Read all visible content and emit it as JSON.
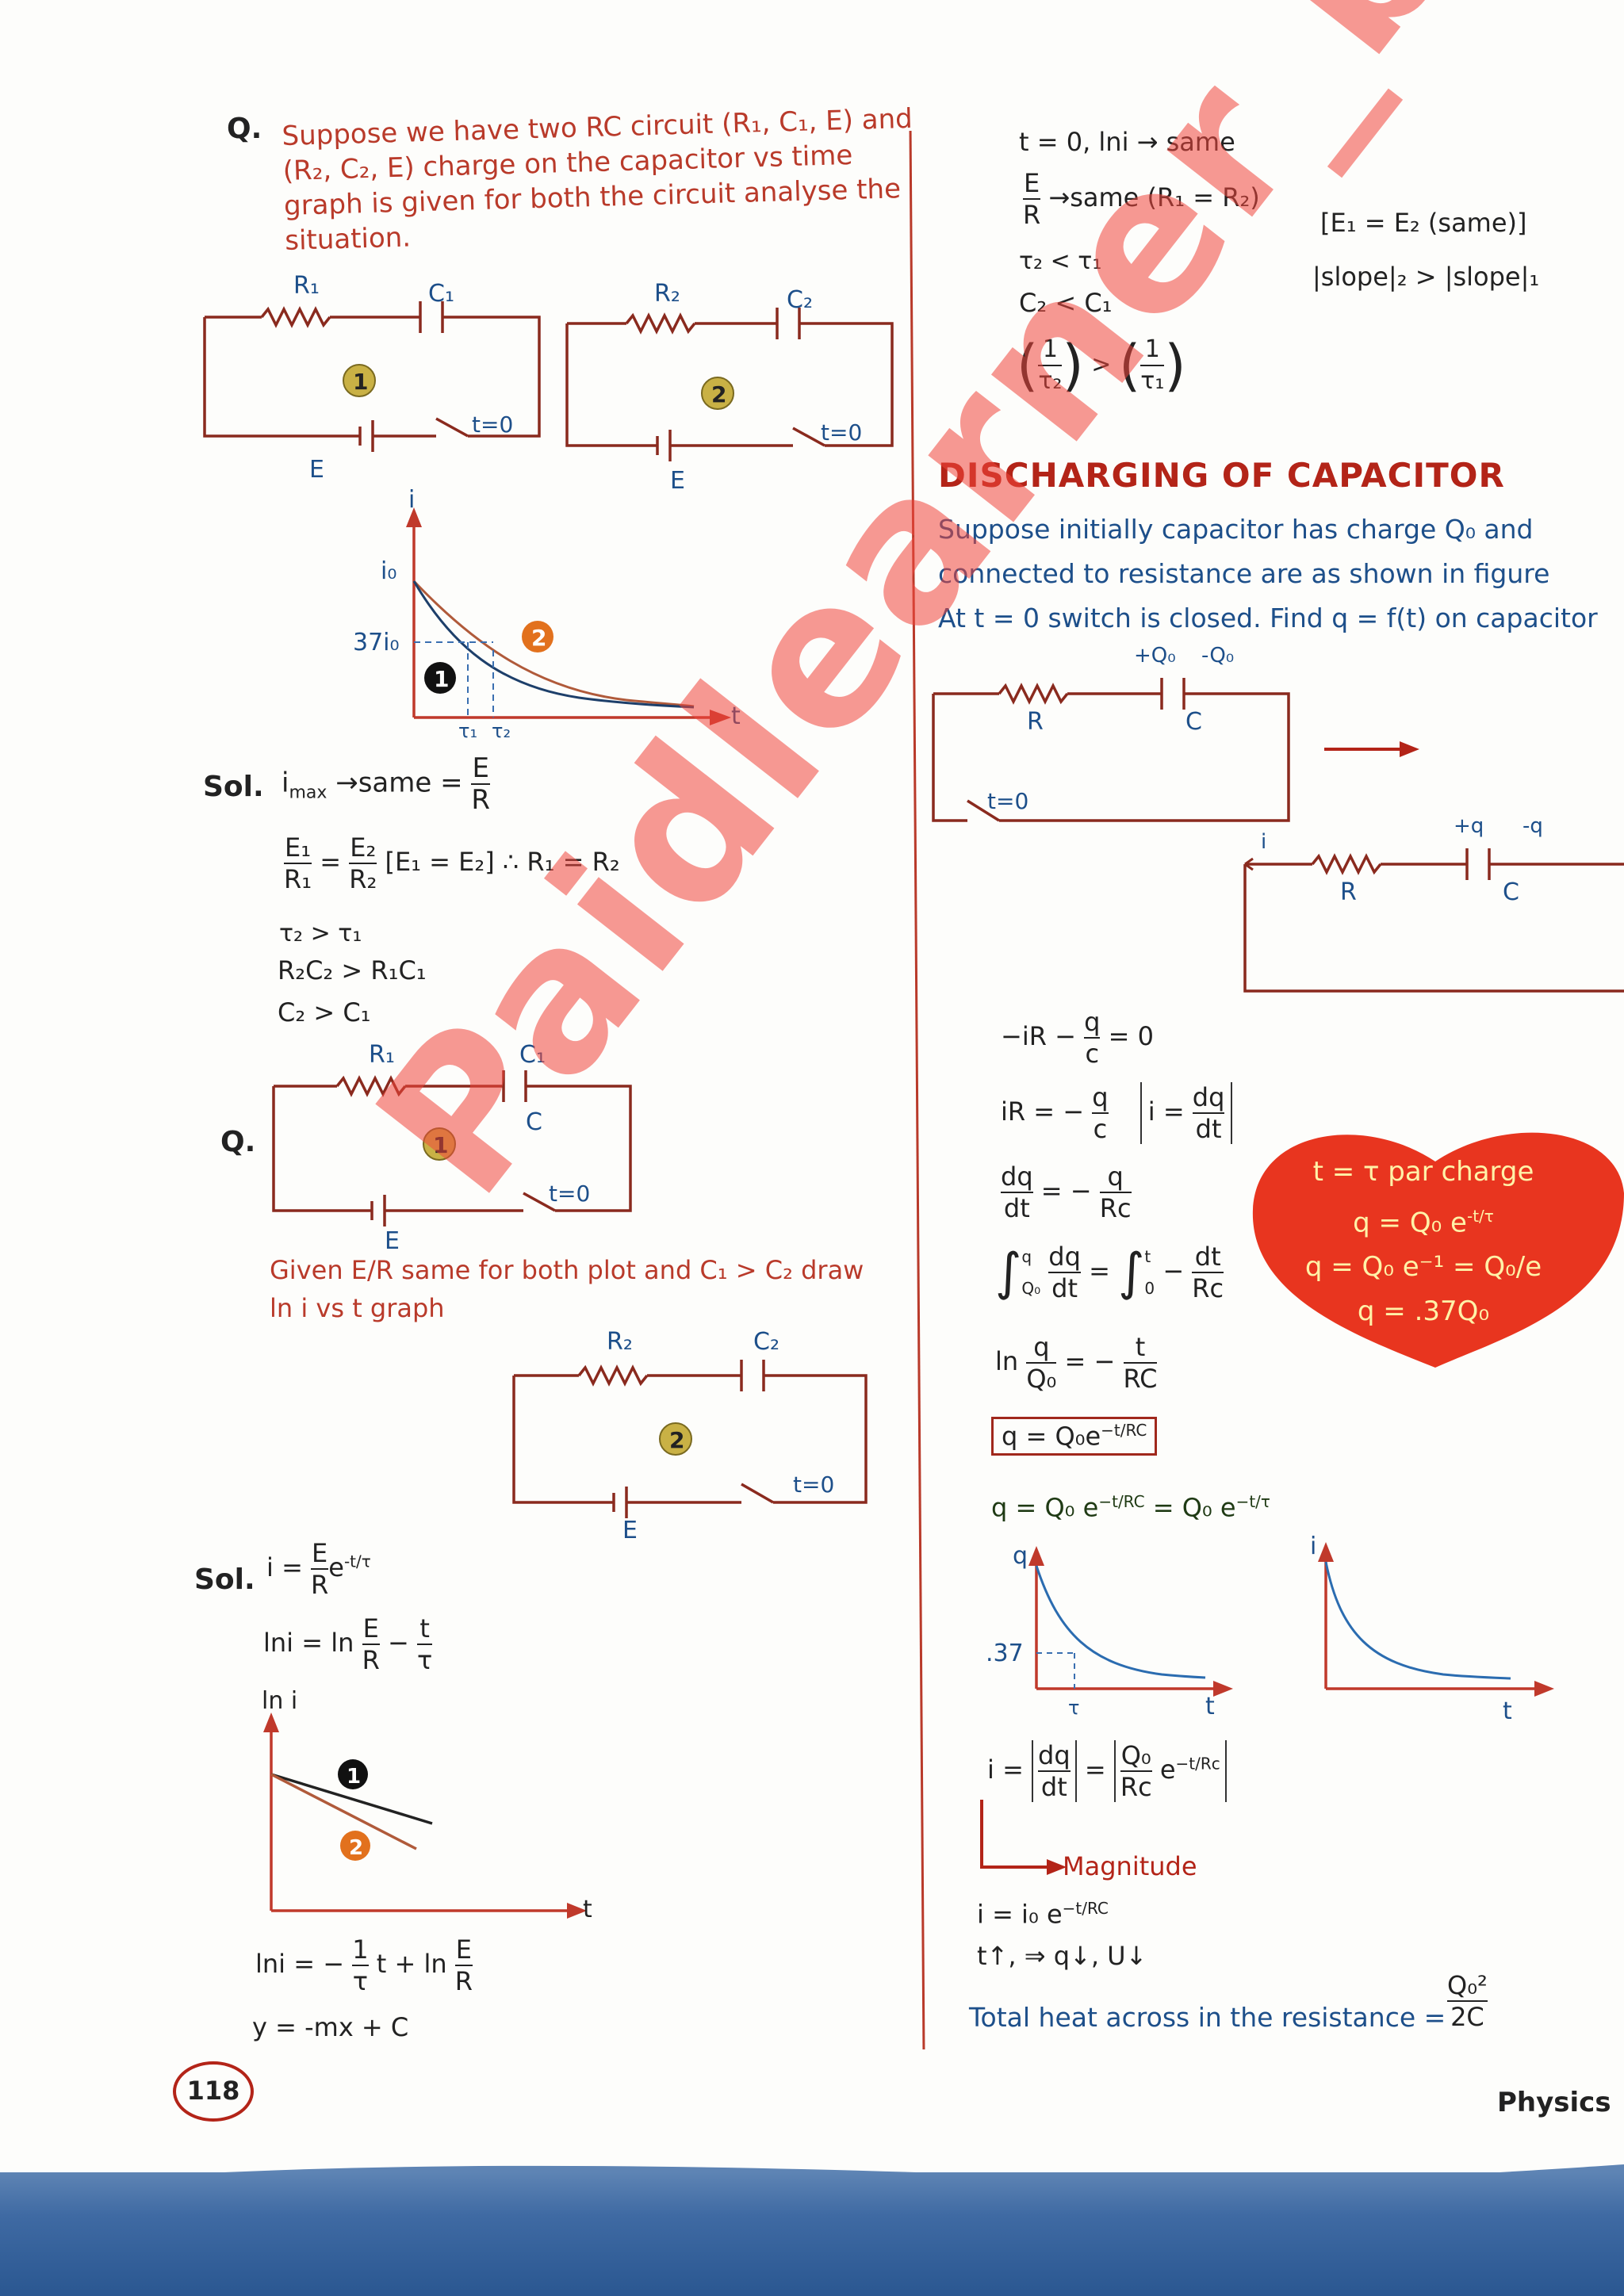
{
  "question1": {
    "label": "Q.",
    "text_lines": [
      "Suppose we have two RC circuit (R₁, C₁, E) and",
      "(R₂, C₂, E) charge on the capacitor vs time",
      "graph is given for both the circuit analyse the",
      "situation."
    ],
    "circuit1": {
      "r": "R₁",
      "c": "C₁",
      "e": "E",
      "switch": "t=0",
      "badge": "1"
    },
    "circuit2": {
      "r": "R₂",
      "c": "C₂",
      "e": "E",
      "switch": "t=0",
      "badge": "2"
    },
    "graph": {
      "y_axis": "i",
      "x_axis": "t",
      "i0": "i₀",
      "level": "37i₀",
      "tau1": "τ₁",
      "tau2": "τ₂",
      "badge1": "1",
      "badge2": "2"
    }
  },
  "solution1": {
    "label": "Sol.",
    "line1_lhs": "i",
    "line1_sub": "max",
    "line1_mid": "→same =",
    "line1_num": "E",
    "line1_den": "R",
    "line2_n1": "E₁",
    "line2_d1": "R₁",
    "line2_n2": "E₂",
    "line2_d2": "R₂",
    "line2_rest": "[E₁ = E₂]  ∴ R₁ = R₂",
    "line3": "τ₂ > τ₁",
    "line4": "R₂C₂ > R₁C₁",
    "line5": "C₂ > C₁"
  },
  "question2": {
    "label": "Q.",
    "circuit1": {
      "r": "R₁",
      "c_top": "C₁",
      "c": "C",
      "e": "E",
      "switch": "t=0",
      "badge": "1"
    },
    "text_line1": "Given E/R same for both plot and C₁ > C₂ draw",
    "text_line2": "ln i vs t graph",
    "circuit2": {
      "r": "R₂",
      "c": "C₂",
      "e": "E",
      "switch": "t=0",
      "badge": "2"
    }
  },
  "solution2": {
    "label": "Sol.",
    "eq1_lhs": "i =",
    "eq1_num": "E",
    "eq1_den": "R",
    "eq1_exp": "e",
    "eq1_sup": "-t/τ",
    "eq2_lhs": "lni = ln",
    "eq2_num": "E",
    "eq2_den": "R",
    "eq2_minus": "−",
    "eq2_num2": "t",
    "eq2_den2": "τ",
    "graph": {
      "y_axis": "ln i",
      "x_axis": "t",
      "badge1": "1",
      "badge2": "2"
    },
    "eq3_lhs": "lni = −",
    "eq3_num": "1",
    "eq3_den": "τ",
    "eq3_mid": "t + ln",
    "eq3_num2": "E",
    "eq3_den2": "R",
    "eq4": "y = -mx + C"
  },
  "right_top": {
    "line1": "t = 0, lni → same",
    "line2_num": "E",
    "line2_den": "R",
    "line2_rest": "→same   (R₁ = R₂)",
    "line2_bracket": "[E₁ = E₂ (same)]",
    "line3": "τ₂ < τ₁",
    "line3_right": "|slope|₂  >  |slope|₁",
    "line4": "C₂ < C₁",
    "line5_n1": "1",
    "line5_d1": "τ₂",
    "line5_n2": "1",
    "line5_d2": "τ₁",
    "line5_op": ">"
  },
  "discharging": {
    "heading": "DISCHARGING OF CAPACITOR",
    "para_lines": [
      "Suppose initially capacitor has charge Q₀ and",
      "connected to resistance are as shown in figure",
      "At t = 0 switch is closed. Find q = f(t) on capacitor"
    ],
    "circuit_a": {
      "r": "R",
      "c": "C",
      "plus": "+Q₀",
      "minus": "-Q₀",
      "switch": "t=0"
    },
    "circuit_b": {
      "r": "R",
      "c": "C",
      "plus": "+q",
      "minus": "-q",
      "i": "i"
    },
    "eq_kvl": "−iR −",
    "eq_kvl_num": "q",
    "eq_kvl_den": "c",
    "eq_kvl_rhs": "= 0",
    "eq2_lhs": "iR = −",
    "eq2_num": "q",
    "eq2_den": "c",
    "eq2_box_lhs": "i =",
    "eq2_box_num": "dq",
    "eq2_box_den": "dt",
    "eq3_num": "dq",
    "eq3_den": "dt",
    "eq3_mid": "= −",
    "eq3_num2": "q",
    "eq3_den2": "Rc",
    "eq4_int": "∫",
    "eq4_lim_up": "q",
    "eq4_lim_lo": "Q₀",
    "eq4_num": "dq",
    "eq4_den": "dt",
    "eq4_eq": "=",
    "eq4_int2": "∫",
    "eq4_lim_up2": "t",
    "eq4_lim_lo2": "0",
    "eq4_minus": "−",
    "eq4_num2": "dt",
    "eq4_den2": "Rc",
    "eq5_ln": "ln",
    "eq5_num": "q",
    "eq5_den": "Q₀",
    "eq5_mid": "= −",
    "eq5_num2": "t",
    "eq5_den2": "RC",
    "eq6_boxed": "q = Q₀e",
    "eq6_sup": "−t/RC",
    "eq7": "q = Q₀ e",
    "eq7_sup": "−t/RC",
    "eq7_mid": " = Q₀ e",
    "eq7_sup2": "−t/τ",
    "graph_q": {
      "y_axis": "q",
      "x_axis": "t",
      "level": ".37",
      "tau": "τ"
    },
    "graph_i": {
      "y_axis": "i",
      "x_axis": "t"
    },
    "eq8_lhs": "i =",
    "eq8_num": "dq",
    "eq8_den": "dt",
    "eq8_eq": "=",
    "eq8_num2": "Q₀",
    "eq8_den2": "Rc",
    "eq8_exp": "e",
    "eq8_sup": "−t/Rc",
    "magnitude": "Magnitude",
    "eq9": "i = i₀ e",
    "eq9_sup": "−t/RC",
    "eq10": "t↑, ⇒ q↓, U↓",
    "heat_text": "Total heat across in the resistance =",
    "heat_num": "Q₀²",
    "heat_den": "2C"
  },
  "heart": {
    "line1": "t = τ par charge",
    "line2": "q = Q₀ e",
    "line2_sup": "-t/τ",
    "line3": "q = Q₀ e⁻¹ = Q₀/e",
    "line4": "q = .37Q₀"
  },
  "footer": {
    "page_number": "118",
    "subject": "Physics"
  },
  "watermark": "Paidlearner_bot",
  "colors": {
    "accent_red": "#b32418",
    "text_blue": "#1d4f8a",
    "footer_blue": "#2a5791",
    "heart_red": "#e8351f"
  }
}
